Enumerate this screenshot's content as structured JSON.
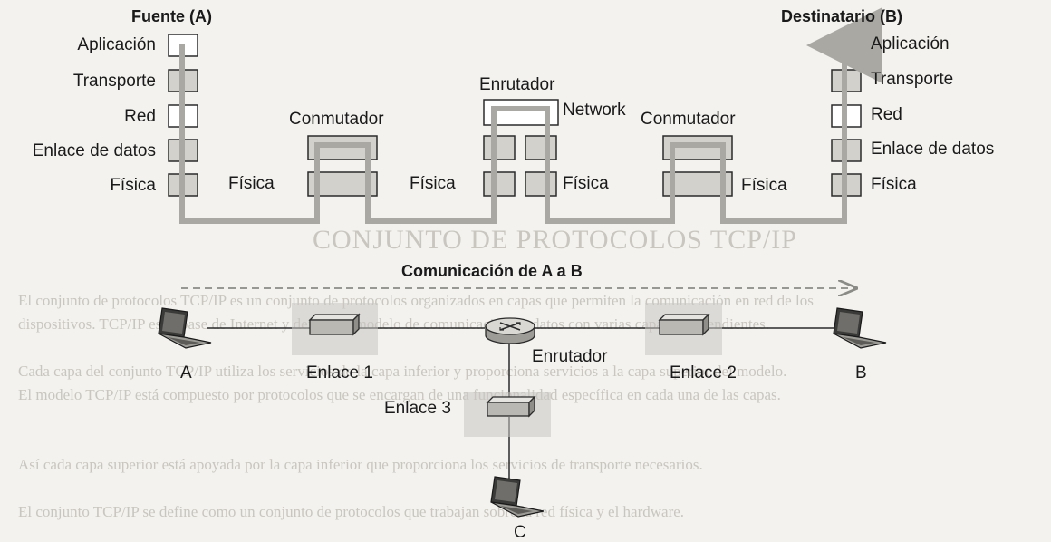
{
  "layers_diagram": {
    "source_title": "Fuente (A)",
    "dest_title": "Destinatario (B)",
    "layers": [
      "Aplicación",
      "Transporte",
      "Red",
      "Enlace de datos",
      "Física"
    ],
    "switch_label": "Conmutador",
    "router_label": "Enrutador",
    "network_label": "Network",
    "physical_label": "Física"
  },
  "topology": {
    "title": "Comunicación de A a B",
    "host_a": "A",
    "host_b": "B",
    "host_c": "C",
    "link1": "Enlace 1",
    "link2": "Enlace 2",
    "link3": "Enlace 3",
    "router": "Enrutador"
  },
  "background_bleed": {
    "heading": "CONJUNTO DE PROTOCOLOS TCP/IP",
    "lines": [
      "El conjunto de protocolos TCP/IP es un conjunto de protocolos organizados en capas que permiten la comunicación en red de los",
      "dispositivos. TCP/IP es la base de Internet y define un modelo de comunicación de datos con varias capas independientes.",
      "Cada capa del conjunto TCP/IP utiliza los servicios de la capa inferior y proporciona servicios a la capa superior del modelo.",
      "El modelo TCP/IP está compuesto por protocolos que se encargan de una funcionalidad específica en cada una de las capas.",
      "Así cada capa superior está apoyada por la capa inferior que proporciona los servicios de transporte necesarios.",
      "El conjunto TCP/IP se define como un conjunto de protocolos que trabajan sobre la red física y el hardware."
    ]
  },
  "colors": {
    "box_fill": "#d2d1cc",
    "box_stroke": "#2b2b2b",
    "path": "#a9a8a3",
    "text": "#1a1a1a",
    "dashed": "#8a8a86",
    "bleed": "#c9c6bf"
  }
}
